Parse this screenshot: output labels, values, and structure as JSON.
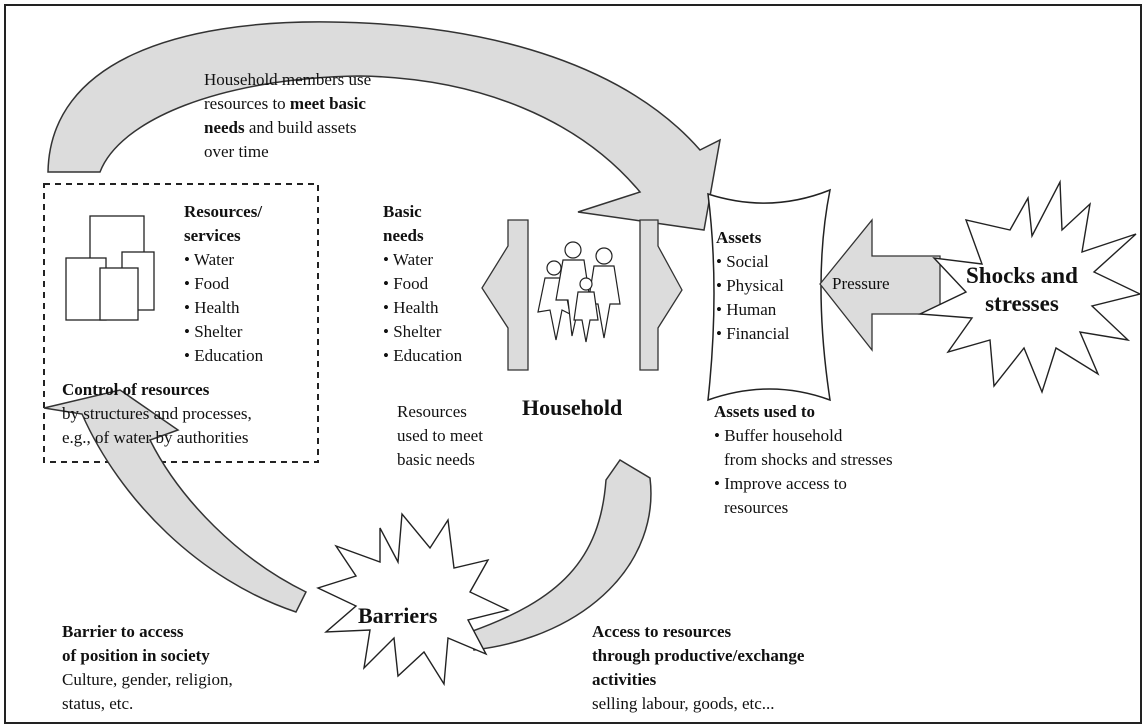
{
  "top_arrow": {
    "line1": "Household members use",
    "line2_pre": "resources to ",
    "line2_bold": "meet basic",
    "line3_bold": "needs",
    "line3_post": " and build assets",
    "line4": "over time"
  },
  "resources_box": {
    "heading_line1": "Resources/",
    "heading_line2": "services",
    "items": [
      "Water",
      "Food",
      "Health",
      "Shelter",
      "Education"
    ],
    "control_heading": "Control of resources",
    "control_line1": "by structures and processes,",
    "control_line2": "e.g., of water by authorities"
  },
  "basic_needs": {
    "heading_line1": "Basic",
    "heading_line2": "needs",
    "items": [
      "Water",
      "Food",
      "Health",
      "Shelter",
      "Education"
    ]
  },
  "resources_used": {
    "line1": "Resources",
    "line2": "used to meet",
    "line3": "basic needs"
  },
  "household_label": "Household",
  "assets": {
    "heading": "Assets",
    "items": [
      "Social",
      "Physical",
      "Human",
      "Financial"
    ]
  },
  "pressure_label": "Pressure",
  "shocks": {
    "line1": "Shocks and",
    "line2": "stresses"
  },
  "assets_used": {
    "heading": "Assets used to",
    "item1_line1": "Buffer household",
    "item1_line2": "from shocks and stresses",
    "item2_line1": "Improve access to",
    "item2_line2": "resources"
  },
  "barriers_label": "Barriers",
  "barrier_access": {
    "heading_line1": "Barrier to access",
    "heading_line2": "of position in society",
    "line1": "Culture, gender, religion,",
    "line2": "status, etc."
  },
  "access_resources": {
    "heading_line1": "Access to resources",
    "heading_line2": "through productive/exchange",
    "heading_line3": "activities",
    "line1": "selling labour, goods, etc..."
  }
}
